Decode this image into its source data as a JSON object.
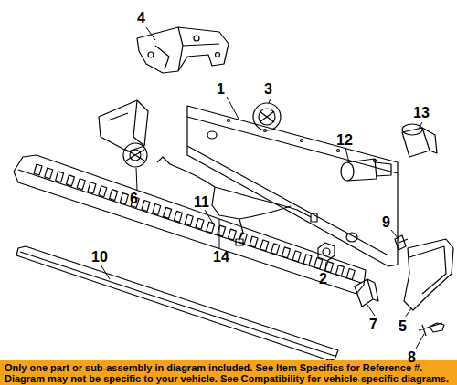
{
  "diagram": {
    "caption": "Only one part or sub-assembly in diagram included. See Item Specifics for Reference #. Diagram may not be specific to your vehicle. See Compatibility for vehicle-specific diagrams.",
    "labels": [
      "4",
      "1",
      "3",
      "13",
      "12",
      "6",
      "11",
      "14",
      "9",
      "2",
      "10",
      "5",
      "7",
      "8"
    ]
  }
}
